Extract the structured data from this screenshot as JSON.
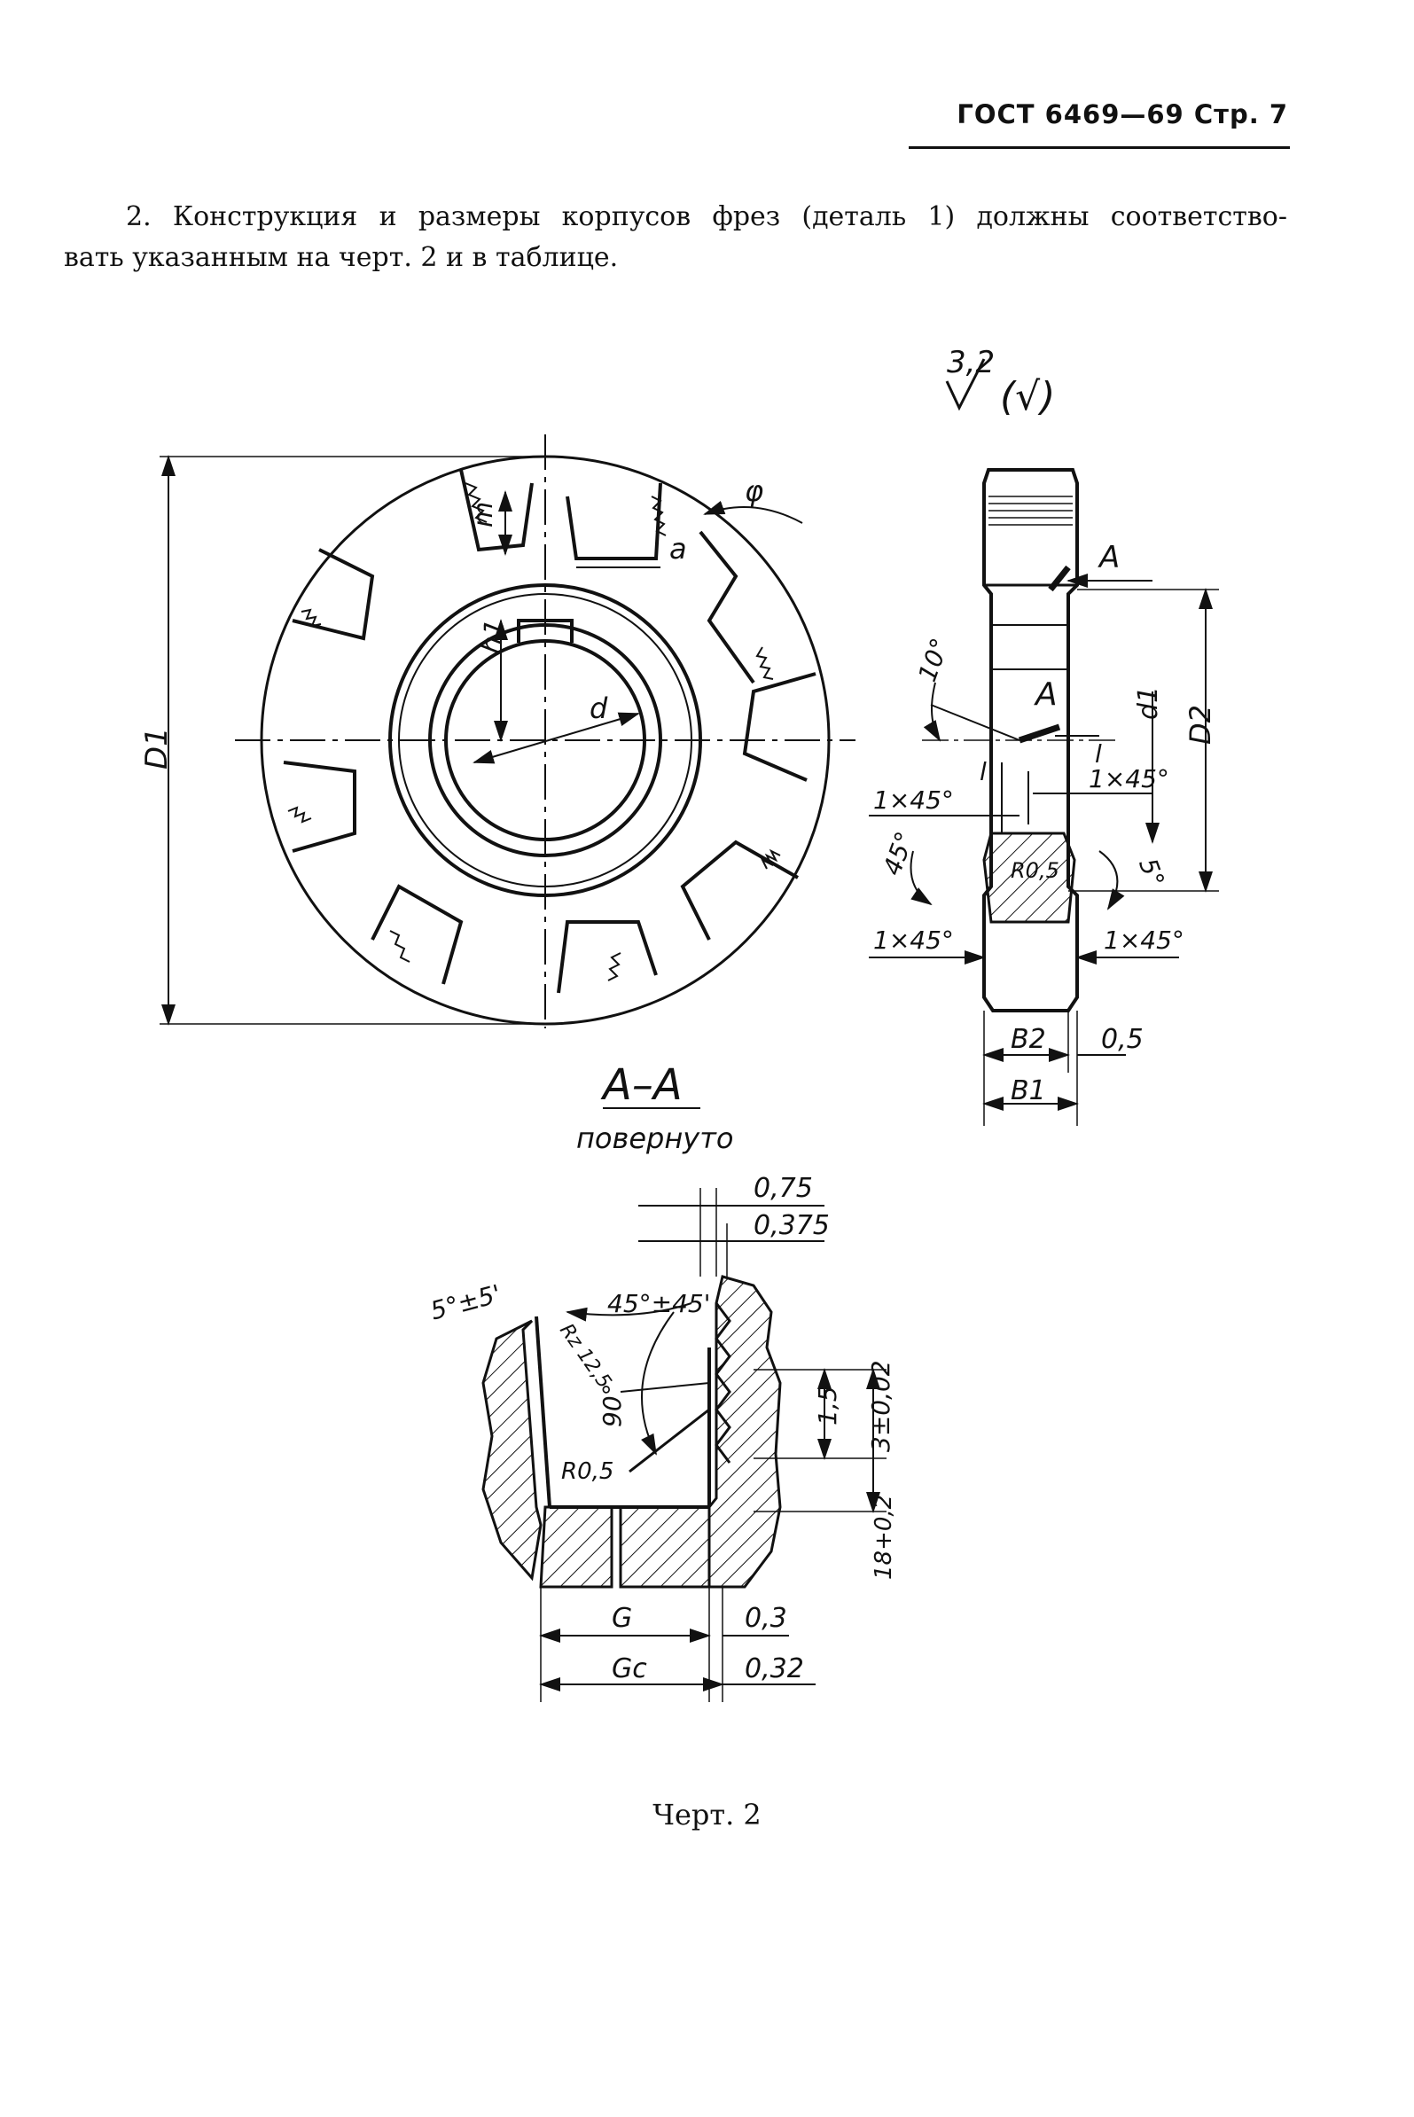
{
  "header": {
    "standard": "ГОСТ 6469—69",
    "page": "Стр. 7"
  },
  "paragraph": {
    "line1": "2. Конструкция и размеры корпусов фрез (деталь 1) должны соответство-",
    "line2": "вать указанным на черт. 2 и в таблице."
  },
  "roughness": {
    "value": "3,2",
    "other": "(√)"
  },
  "front_view": {
    "D1": "D1",
    "m": "m",
    "a": "a",
    "phi": "φ",
    "h1": "h1",
    "d": "d"
  },
  "side_view": {
    "section_mark": "A",
    "angle_10": "10°",
    "d1": "d1",
    "D2": "D2",
    "l": "l",
    "chamfer_1x45": "1×45°",
    "angle_45": "45°",
    "R05": "R0,5",
    "angle_5": "5°",
    "B1": "B1",
    "B2": "B2",
    "dim_05": "0,5"
  },
  "section": {
    "title": "A–A",
    "subtitle": "повернуто",
    "dim_075": "0,75",
    "dim_0375": "0,375",
    "angle_5deg": "5°±5'",
    "angle_45": "45°±45'",
    "rz": "Rz 12,5",
    "angle_90": "90°",
    "r05": "R0,5",
    "dim_15": "1,5",
    "dim_3": "3±0,02",
    "dim_18": "18+0,2",
    "G": "G",
    "Gc": "Gc",
    "dim_03": "0,3",
    "dim_032": "0,32"
  },
  "caption": "Черт. 2"
}
